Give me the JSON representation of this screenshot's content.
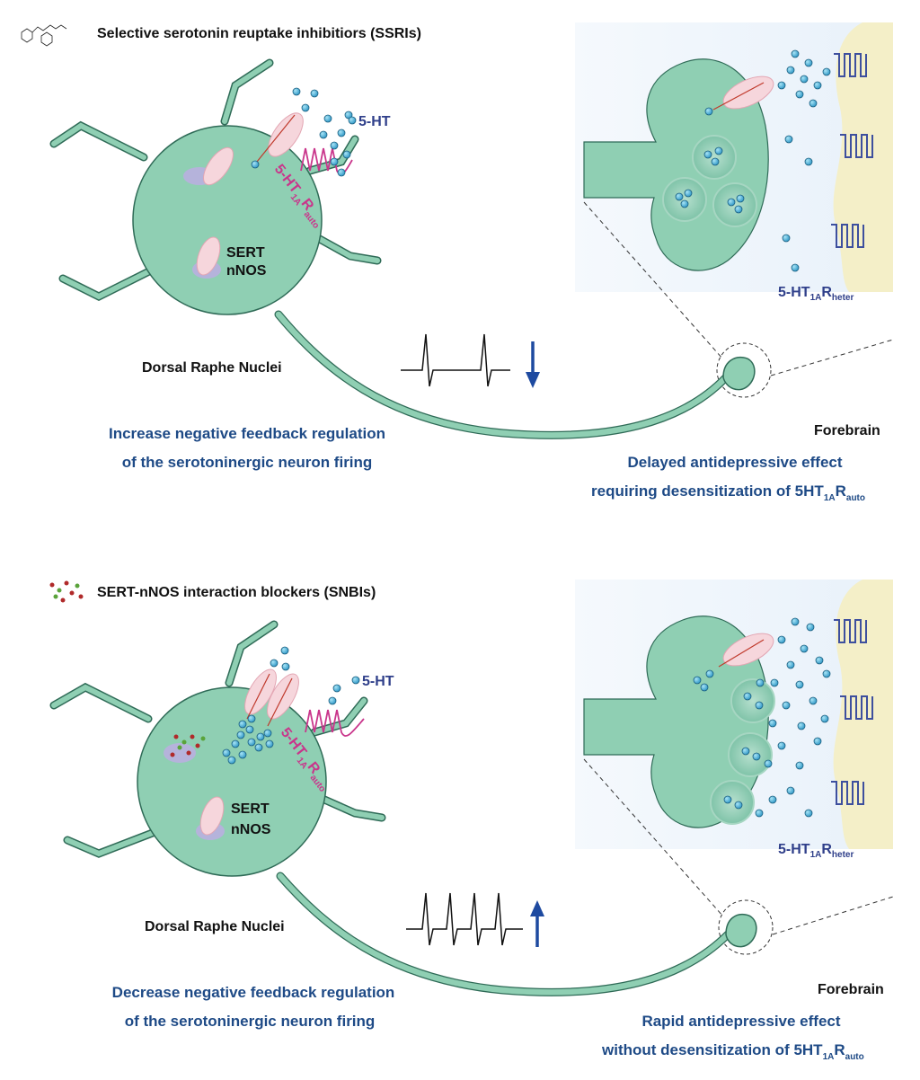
{
  "panels": [
    {
      "id": "ssri",
      "drug_class": "Selective serotonin reuptake inhibitiors (SSRIs)",
      "label_5ht": "5-HT",
      "receptor_auto": {
        "base": "5-HT",
        "sub": "1A",
        "r": "R",
        "rsub": "auto"
      },
      "cell_labels": [
        "SERT",
        "nNOS"
      ],
      "region": "Dorsal Raphe Nuclei",
      "target_region": "Forebrain",
      "receptor_heter": {
        "base": "5-HT",
        "sub": "1A",
        "r": "R",
        "rsub": "heter"
      },
      "firing_change": "decrease",
      "caption_left": [
        "Increase negative feedback regulation",
        "of the serotoninergic neuron firing"
      ],
      "caption_right": {
        "line1": "Delayed antidepressive effect",
        "line2_prefix": "requiring desensitization of 5HT",
        "sub": "1A",
        "r": "R",
        "rsub": "auto"
      }
    },
    {
      "id": "snbi",
      "drug_class": "SERT-nNOS interaction blockers (SNBIs)",
      "label_5ht": "5-HT",
      "receptor_auto": {
        "base": "5-HT",
        "sub": "1A",
        "r": "R",
        "rsub": "auto"
      },
      "cell_labels": [
        "SERT",
        "nNOS"
      ],
      "region": "Dorsal Raphe Nuclei",
      "target_region": "Forebrain",
      "receptor_heter": {
        "base": "5-HT",
        "sub": "1A",
        "r": "R",
        "rsub": "heter"
      },
      "firing_change": "increase",
      "caption_left": [
        "Decrease negative feedback regulation",
        "of the serotoninergic neuron firing"
      ],
      "caption_right": {
        "line1": "Rapid antidepressive effect",
        "line2_prefix": "without desensitization of 5HT",
        "sub": "1A",
        "r": "R",
        "rsub": "auto"
      }
    }
  ],
  "colors": {
    "cell": "#8fcfb3",
    "cell_stroke": "#2f6b57",
    "serotonin": "#4fb8e0",
    "sert": "#f6d6dc",
    "nnos": "#b5b3db",
    "receptor_auto": "#c9358b",
    "receptor_heter": "#3d4f9e",
    "caption": "#1e4a86",
    "arrow": "#1e4aa0",
    "membrane": "#f4efc8"
  }
}
